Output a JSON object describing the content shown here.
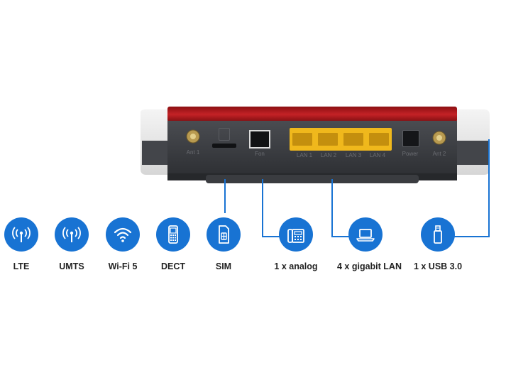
{
  "device": {
    "port_labels": [
      "Ant 1",
      "Fon",
      "LAN 1",
      "LAN 2",
      "LAN 3",
      "LAN 4",
      "Power",
      "Ant 2"
    ]
  },
  "features": [
    {
      "label": "LTE",
      "icon": "antenna-icon"
    },
    {
      "label": "UMTS",
      "icon": "antenna-icon"
    },
    {
      "label": "Wi-Fi 5",
      "icon": "wifi-icon"
    },
    {
      "label": "DECT",
      "icon": "dect-phone-icon"
    },
    {
      "label": "SIM",
      "icon": "sim-card-icon"
    },
    {
      "label": "1 x analog",
      "icon": "desk-phone-icon"
    },
    {
      "label": "4 x gigabit LAN",
      "icon": "laptop-icon"
    },
    {
      "label": "1 x USB 3.0",
      "icon": "usb-icon"
    }
  ],
  "colors": {
    "accent_blue": "#1873d3",
    "router_red": "#b31d1d",
    "router_body": "#3d3f44",
    "lan_port_yellow": "#f0b81c"
  }
}
